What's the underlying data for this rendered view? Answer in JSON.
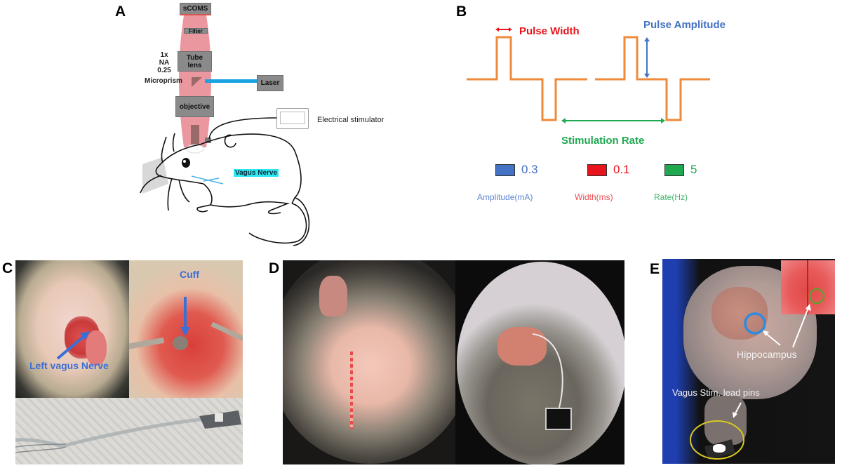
{
  "panels": {
    "A": {
      "letter": "A",
      "optics": {
        "camera": "sCOMS",
        "filter": "Filter",
        "tube_lens": "Tube lens",
        "tube_lens_line1": "Tube",
        "tube_lens_line2": "lens",
        "magnification": "1x",
        "numerical_aperture": "NA 0.25",
        "microprism": "Microprism",
        "laser": "Laser",
        "objective": "objective"
      },
      "stimulator_label": "Electrical stimulator",
      "nerve_label": "Vagus Nerve",
      "colors": {
        "beam": "#e8858f",
        "laser": "#1aa3e0",
        "box": "#8a8a8a",
        "nerve_highlight": "#2ee8f0"
      }
    },
    "B": {
      "letter": "B",
      "labels": {
        "pulse_width": "Pulse Width",
        "pulse_amplitude": "Pulse Amplitude",
        "stimulation_rate": "Stimulation Rate"
      },
      "legend": [
        {
          "value": "0.3",
          "caption": "Amplitude(mA)",
          "color": "#4472c4"
        },
        {
          "value": "0.1",
          "caption": "Width(ms)",
          "color": "#e8141c"
        },
        {
          "value": "5",
          "caption": "Rate(Hz)",
          "color": "#1fa850"
        }
      ],
      "colors": {
        "waveform": "#ee8a3a",
        "width": "#e8141c",
        "amplitude": "#4472c4",
        "rate": "#1fa850"
      }
    },
    "C": {
      "letter": "C",
      "annotations": {
        "nerve": "Left vagus Nerve",
        "cuff": "Cuff"
      }
    },
    "D": {
      "letter": "D"
    },
    "E": {
      "letter": "E",
      "annotations": {
        "hippocampus": "Hippocampus",
        "lead_pins": "Vagus Stim. lead pins"
      }
    }
  }
}
